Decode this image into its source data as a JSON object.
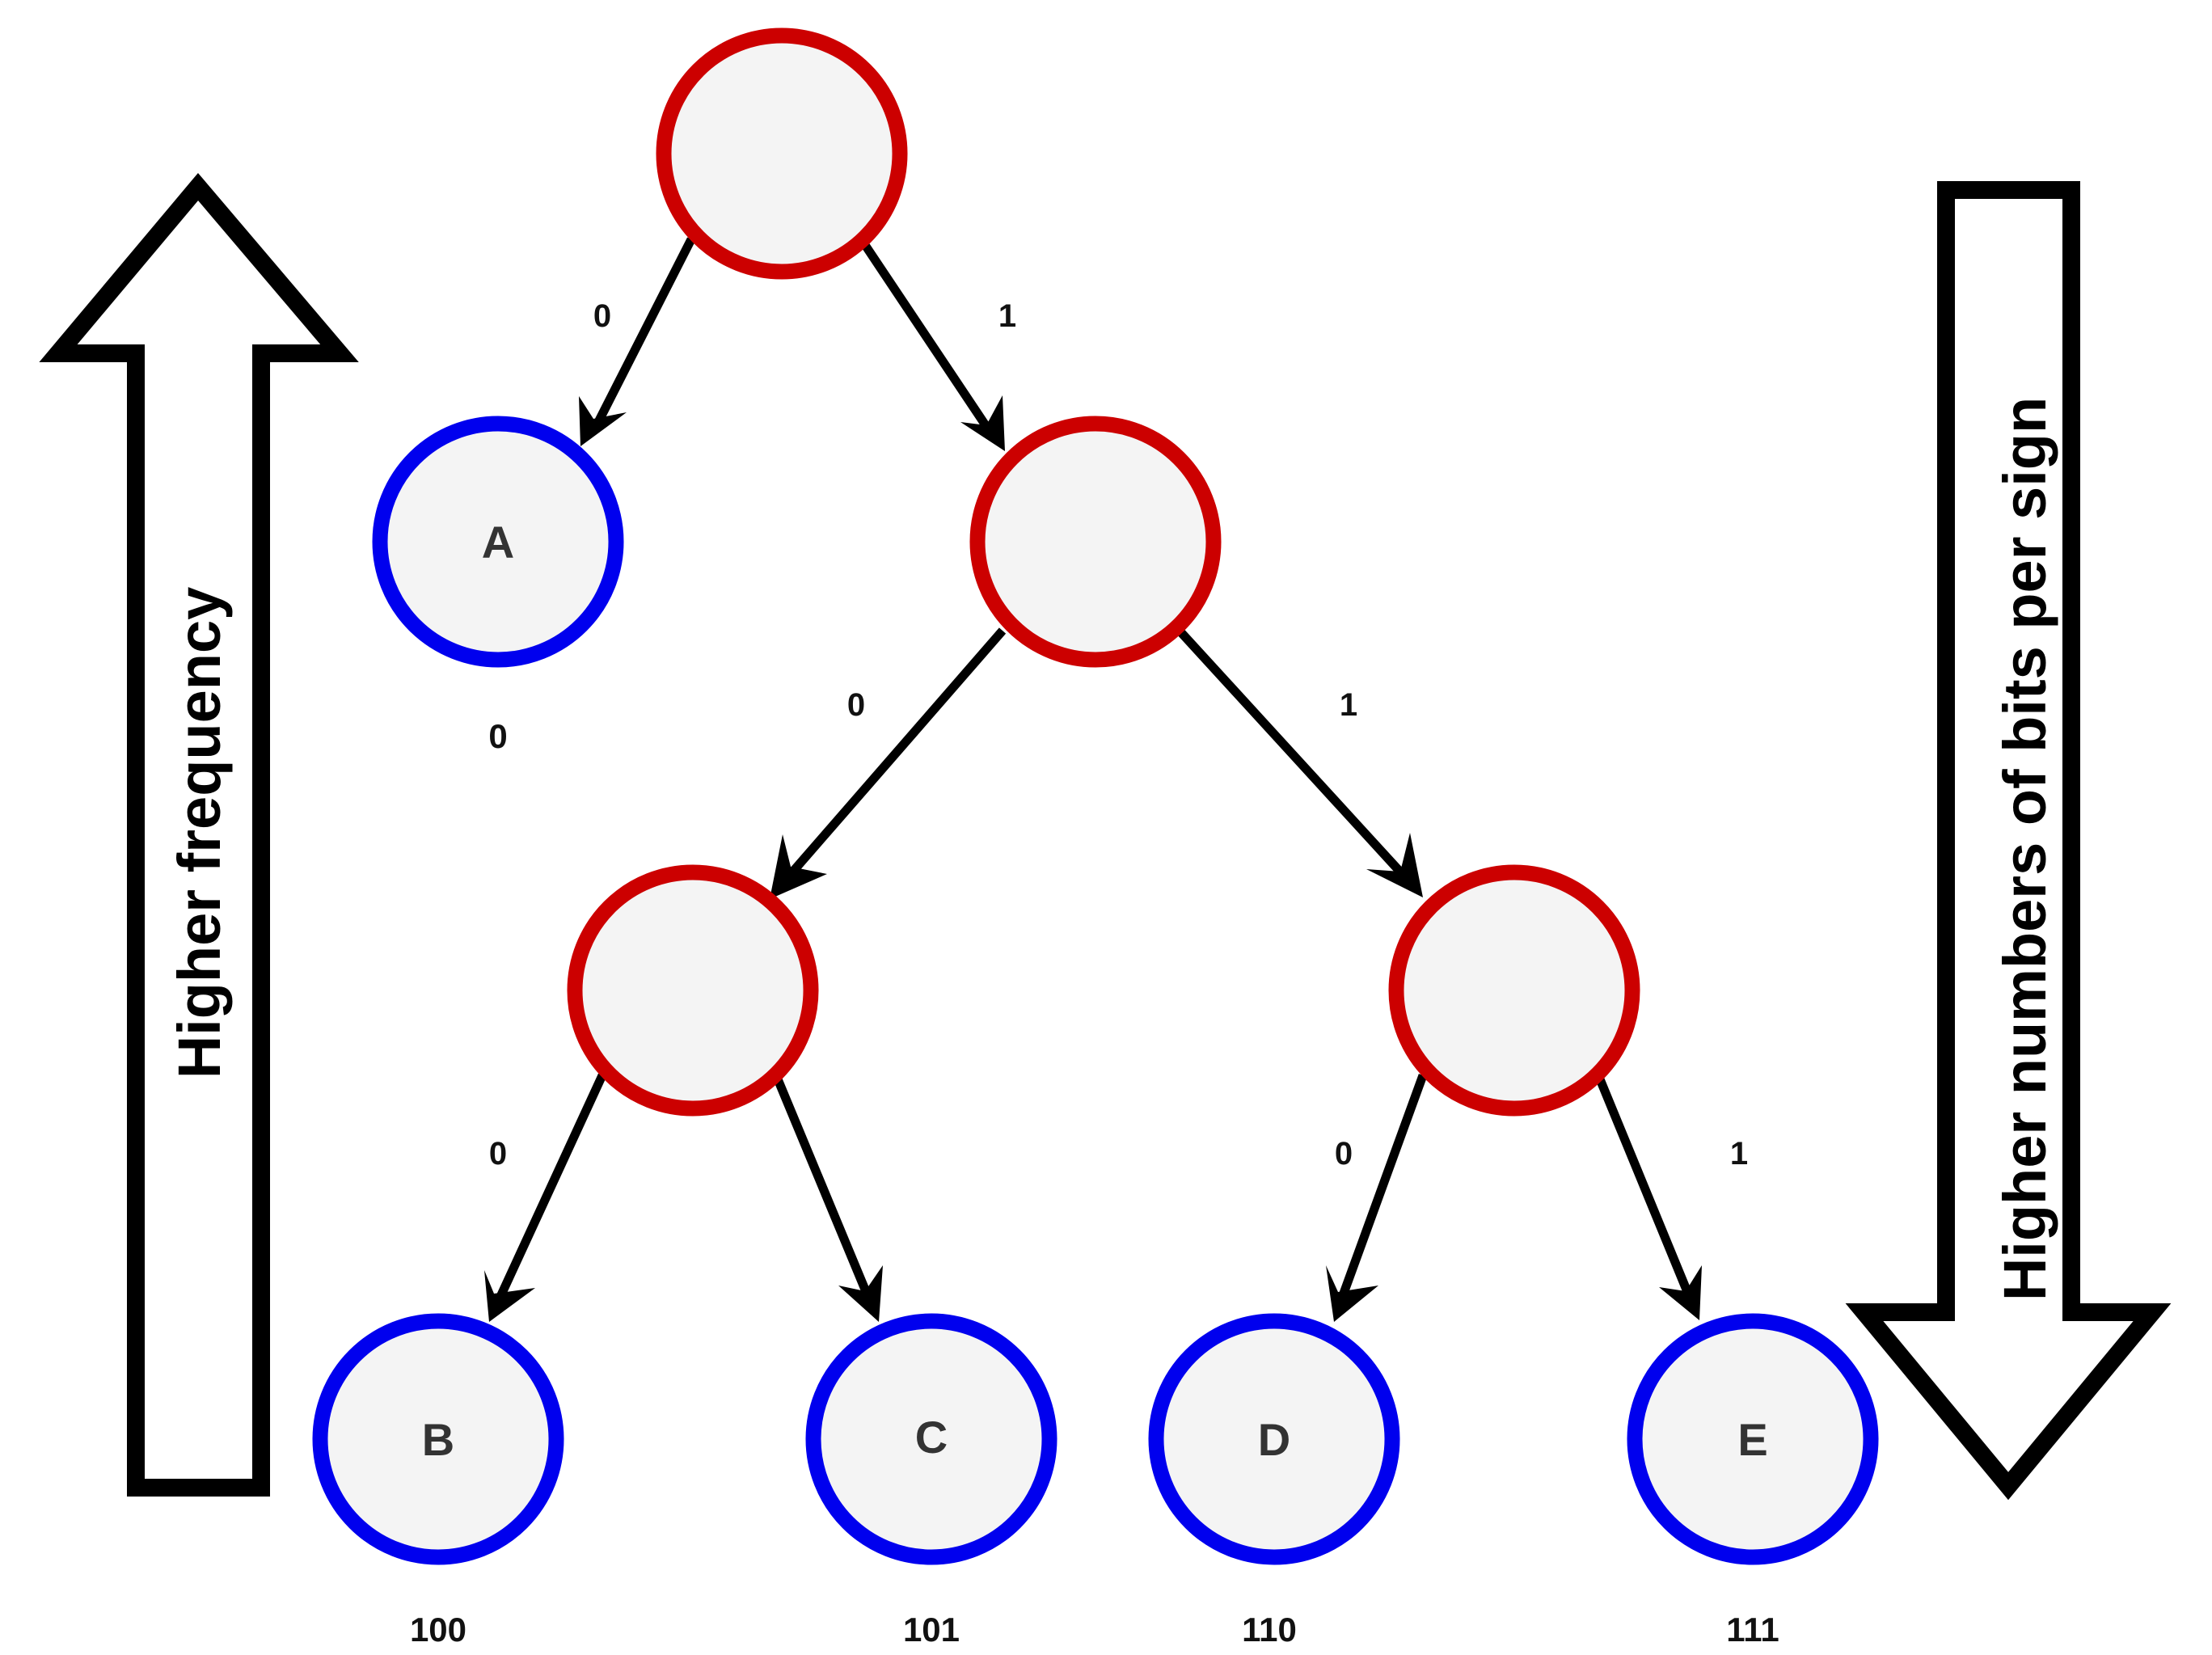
{
  "side_labels": {
    "left": "Higher frequency",
    "right": "Higher numbers of bits per sign"
  },
  "colors": {
    "internal_node_stroke": "#cc0000",
    "leaf_node_stroke": "#0000ee",
    "node_fill": "#f4f4f4",
    "edge": "#000000"
  },
  "tree": {
    "leaves": [
      {
        "label": "A",
        "code": "0"
      },
      {
        "label": "B",
        "code": "100"
      },
      {
        "label": "C",
        "code": "101"
      },
      {
        "label": "D",
        "code": "110"
      },
      {
        "label": "E",
        "code": "111"
      }
    ],
    "edges": [
      {
        "from": "root",
        "to": "A",
        "bit": "0"
      },
      {
        "from": "root",
        "to": "n1",
        "bit": "1"
      },
      {
        "from": "n1",
        "to": "n2",
        "bit": "0"
      },
      {
        "from": "n1",
        "to": "n3",
        "bit": "1"
      },
      {
        "from": "n2",
        "to": "B",
        "bit": "0"
      },
      {
        "from": "n2",
        "to": "C",
        "bit": ""
      },
      {
        "from": "n3",
        "to": "D",
        "bit": "0"
      },
      {
        "from": "n3",
        "to": "E",
        "bit": "1"
      }
    ]
  }
}
